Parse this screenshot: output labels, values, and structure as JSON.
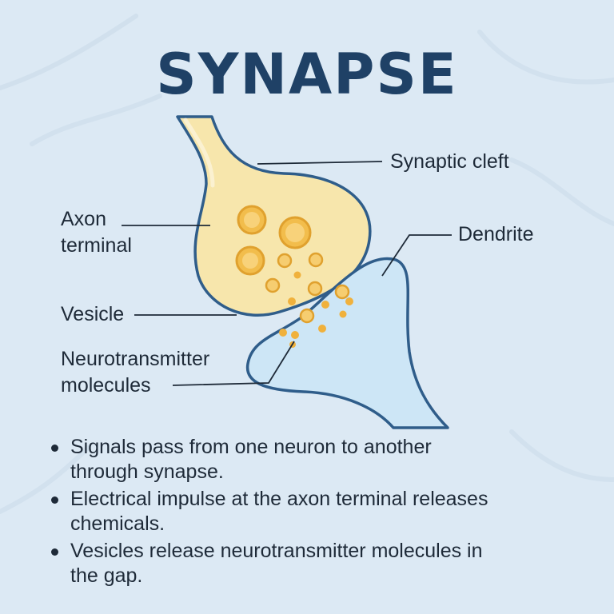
{
  "title": "SYNAPSE",
  "labels": {
    "synaptic_cleft": "Synaptic cleft",
    "axon_terminal_line1": "Axon",
    "axon_terminal_line2": "terminal",
    "dendrite": "Dendrite",
    "vesicle": "Vesicle",
    "neurotransmitter_line1": "Neurotransmitter",
    "neurotransmitter_line2": "molecules"
  },
  "bullets": [
    {
      "line1": "Signals pass from one neuron to another",
      "line2": "through synapse."
    },
    {
      "line1": "Electrical impulse at the axon terminal releases",
      "line2": "chemicals."
    },
    {
      "line1": "Vesicles release neurotransmitter molecules in",
      "line2": "the gap."
    }
  ],
  "colors": {
    "background": "#dce9f4",
    "title": "#1f4166",
    "axon_fill": "#f7e6ac",
    "dendrite_fill": "#cde6f6",
    "outline": "#2f5d8a",
    "vesicle": "#f2bd4c"
  }
}
